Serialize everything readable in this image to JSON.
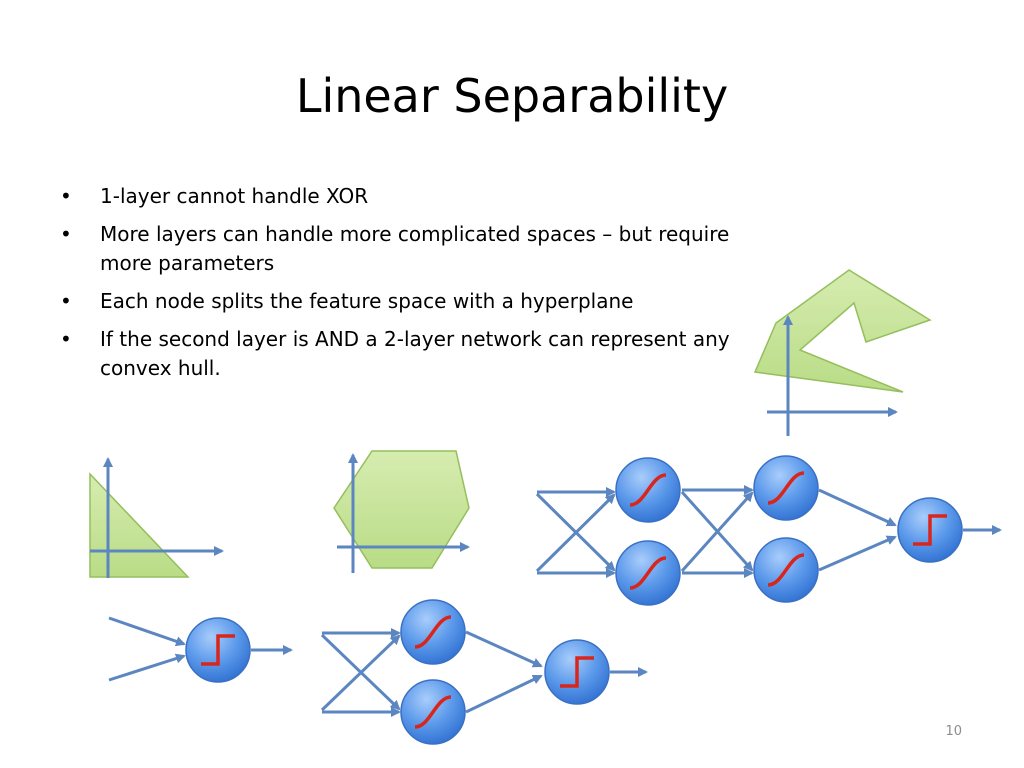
{
  "slide": {
    "title": "Linear Separability",
    "bullets": [
      "1-layer cannot handle XOR",
      "More layers can handle more complicated spaces – but require more parameters",
      "Each node splits the feature space with a hyperplane",
      "If the second layer is AND a 2-layer network can represent any convex hull."
    ],
    "page_number": "10"
  },
  "colors": {
    "region_fill": "#c6e49a",
    "region_stroke": "#94bf5c",
    "axis": "#5b86c0",
    "neuron": "#3f7fdc",
    "activation_curve": "#d9261c"
  }
}
